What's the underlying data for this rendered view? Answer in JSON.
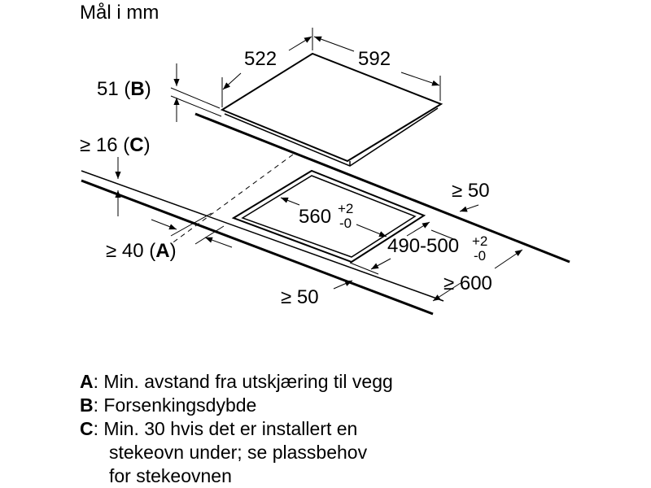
{
  "title": "Mål i mm",
  "dimensions": {
    "hob_depth": "522",
    "hob_width": "592",
    "recess_depth": "51",
    "recess_label": "B",
    "worktop_thickness": "≥ 16",
    "worktop_label": "C",
    "wall_distance": "≥ 40",
    "wall_label": "A",
    "rear_gap": "≥ 50",
    "front_gap": "≥ 50",
    "worktop_depth": "≥ 600",
    "cutout_width": "560",
    "cutout_width_tol_plus": "+2",
    "cutout_width_tol_minus": "-0",
    "cutout_depth": "490-500",
    "cutout_depth_tol_plus": "+2",
    "cutout_depth_tol_minus": "-0"
  },
  "legend": [
    {
      "key": "A",
      "text": ": Min. avstand fra utskjæring til vegg"
    },
    {
      "key": "B",
      "text": ": Forsenkingsdybde"
    },
    {
      "key": "C",
      "text": ": Min. 30 hvis det er installert en",
      "continuation": [
        "stekeovn under; se plassbehov",
        "for stekeovnen"
      ]
    }
  ]
}
